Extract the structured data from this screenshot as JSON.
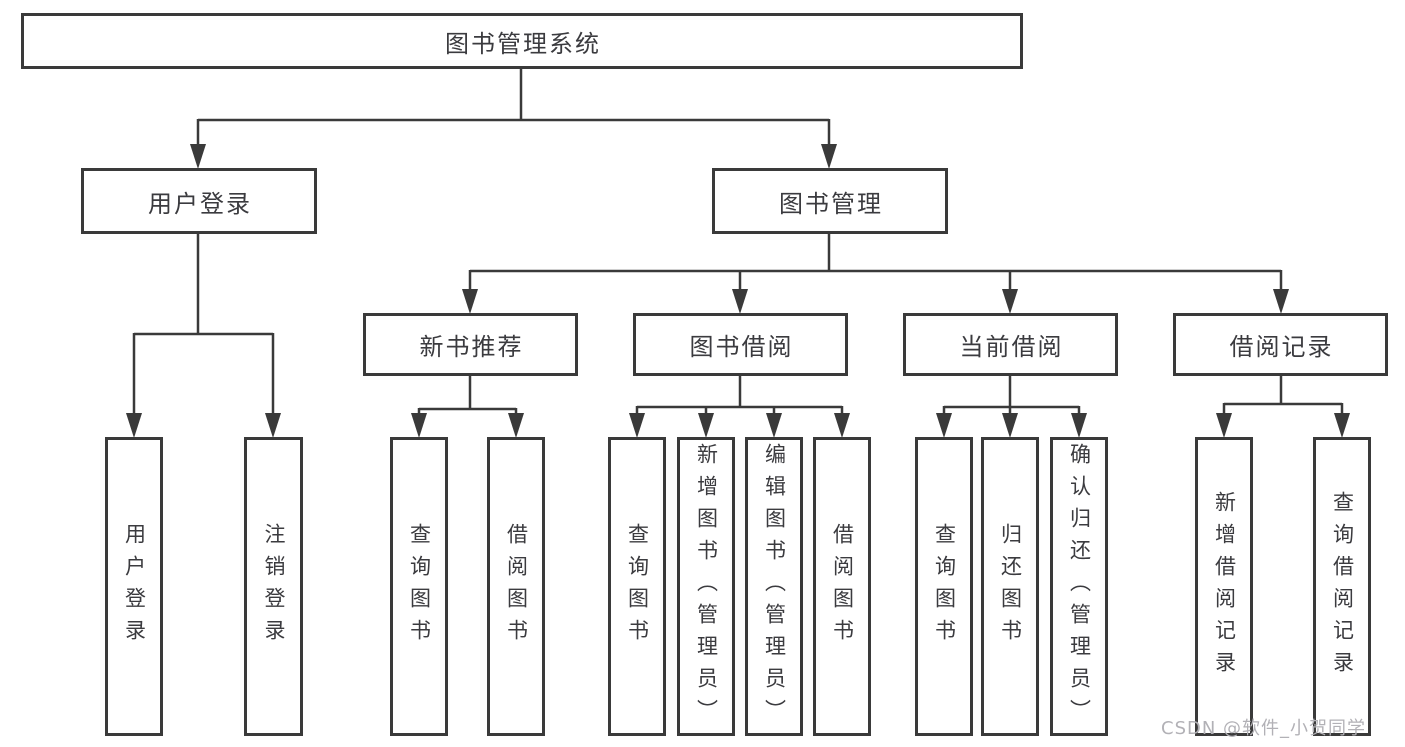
{
  "colors": {
    "line": "#3a3a3a",
    "box_border": "#3a3a3a",
    "text": "#3b3b3f",
    "background": "#ffffff",
    "watermark": "#b2b1b6"
  },
  "watermark": {
    "text": "CSDN @软件_小贺同学"
  },
  "nodes": {
    "root": {
      "label": "图书管理系统"
    },
    "user_login": {
      "label": "用户登录",
      "children": [
        {
          "label": "用户登录"
        },
        {
          "label": "注销登录"
        }
      ]
    },
    "book_management": {
      "label": "图书管理",
      "children": [
        {
          "label": "新书推荐",
          "children": [
            {
              "label": "查询图书"
            },
            {
              "label": "借阅图书"
            }
          ]
        },
        {
          "label": "图书借阅",
          "children": [
            {
              "label": "查询图书"
            },
            {
              "label": "新增图书（管理员）"
            },
            {
              "label": "编辑图书（管理员）"
            },
            {
              "label": "借阅图书"
            }
          ]
        },
        {
          "label": "当前借阅",
          "children": [
            {
              "label": "查询图书"
            },
            {
              "label": "归还图书"
            },
            {
              "label": "确认归还（管理员）"
            }
          ]
        },
        {
          "label": "借阅记录",
          "children": [
            {
              "label": "新增借阅记录"
            },
            {
              "label": "查询借阅记录"
            }
          ]
        }
      ]
    }
  }
}
